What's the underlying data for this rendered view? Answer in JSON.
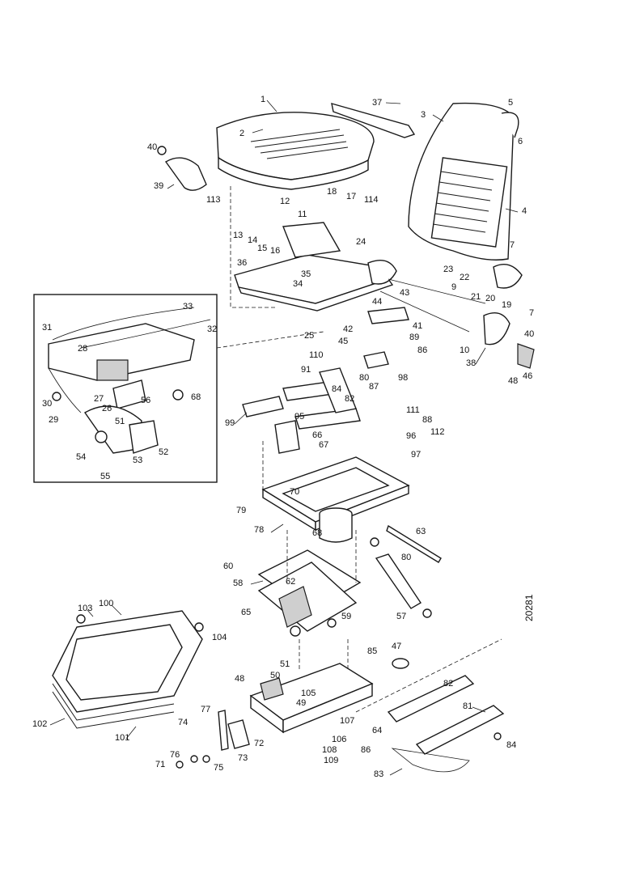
{
  "drawing_number": "20281",
  "colors": {
    "ink": "#1a1a1a",
    "paper": "#ffffff"
  },
  "callouts": [
    "1",
    "2",
    "3",
    "5",
    "6",
    "37",
    "40",
    "39",
    "113",
    "12",
    "18",
    "17",
    "114",
    "4",
    "13",
    "14",
    "15",
    "16",
    "11",
    "24",
    "7",
    "36",
    "34",
    "35",
    "23",
    "22",
    "21",
    "20",
    "19",
    "9",
    "43",
    "44",
    "42",
    "41",
    "25",
    "31",
    "28",
    "33",
    "32",
    "45",
    "89",
    "86",
    "110",
    "98",
    "10",
    "38",
    "48",
    "40",
    "7",
    "46",
    "91",
    "80",
    "87",
    "84",
    "82",
    "27",
    "26",
    "56",
    "30",
    "68",
    "29",
    "51",
    "55",
    "54",
    "53",
    "52",
    "99",
    "95",
    "111",
    "88",
    "66",
    "67",
    "96",
    "112",
    "97",
    "70",
    "79",
    "78",
    "68",
    "63",
    "60",
    "80",
    "58",
    "62",
    "65",
    "59",
    "57",
    "103",
    "100",
    "104",
    "51",
    "47",
    "85",
    "48",
    "50",
    "105",
    "102",
    "101",
    "49",
    "107",
    "64",
    "77",
    "74",
    "72",
    "73",
    "106",
    "108",
    "109",
    "86",
    "71",
    "75",
    "76",
    "82",
    "81",
    "83",
    "84"
  ]
}
